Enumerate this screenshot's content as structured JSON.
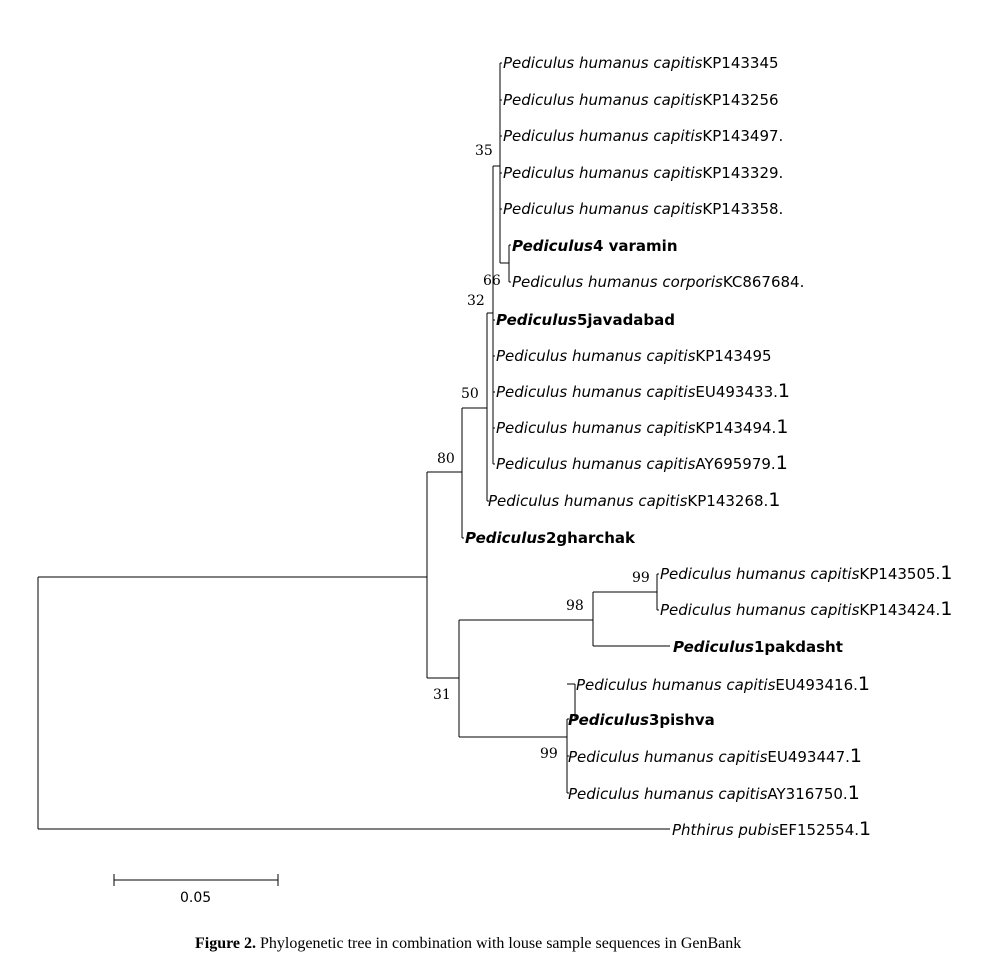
{
  "tree": {
    "leaves": {
      "kp143345": {
        "species": "Pediculus humanus capitis",
        "accession": "KP143345",
        "suffix": ""
      },
      "kp143256": {
        "species": "Pediculus humanus capitis",
        "accession": "KP143256",
        "suffix": ""
      },
      "kp143497": {
        "species": "Pediculus humanus capitis",
        "accession": "KP143497.",
        "suffix": ""
      },
      "kp143329": {
        "species": "Pediculus humanus capitis",
        "accession": "KP143329.",
        "suffix": ""
      },
      "kp143358": {
        "species": "Pediculus humanus capitis",
        "accession": "KP143358.",
        "suffix": ""
      },
      "varamin": {
        "species": "Pediculus",
        "accession": "4 varamin",
        "suffix": ""
      },
      "kc867684": {
        "species": "Pediculus humanus corporis",
        "accession": "KC867684.",
        "suffix": ""
      },
      "javadabad": {
        "species": "Pediculus",
        "accession": "5javadabad",
        "suffix": ""
      },
      "kp143495": {
        "species": "Pediculus humanus capitis",
        "accession": "KP143495",
        "suffix": ""
      },
      "eu493433": {
        "species": "Pediculus humanus capitis",
        "accession": "EU493433.",
        "suffix": "1"
      },
      "kp143494": {
        "species": "Pediculus humanus capitis",
        "accession": "KP143494.",
        "suffix": "1"
      },
      "ay695979": {
        "species": "Pediculus humanus capitis",
        "accession": "AY695979.",
        "suffix": "1"
      },
      "kp143268": {
        "species": "Pediculus humanus capitis",
        "accession": "KP143268.",
        "suffix": "1"
      },
      "gharchak": {
        "species": "Pediculus",
        "accession": "2gharchak",
        "suffix": ""
      },
      "kp143505": {
        "species": "Pediculus humanus capitis",
        "accession": "KP143505.",
        "suffix": "1"
      },
      "kp143424": {
        "species": "Pediculus humanus capitis",
        "accession": "KP143424.",
        "suffix": "1"
      },
      "pakdasht": {
        "species": "Pediculus",
        "accession": "1pakdasht",
        "suffix": ""
      },
      "eu493416": {
        "species": "Pediculus humanus capitis",
        "accession": "EU493416.",
        "suffix": "1"
      },
      "pishva": {
        "species": "Pediculus",
        "accession": "3pishva",
        "suffix": ""
      },
      "eu493447": {
        "species": "Pediculus humanus capitis",
        "accession": "EU493447.",
        "suffix": "1"
      },
      "ay316750": {
        "species": "Pediculus humanus capitis",
        "accession": "AY316750.",
        "suffix": "1"
      },
      "ef152554": {
        "species": "Phthirus pubis",
        "accession": "EF152554.",
        "suffix": "1"
      }
    },
    "bootstrap": {
      "b35": "35",
      "b66": "66",
      "b32": "32",
      "b50": "50",
      "b80": "80",
      "b99a": "99",
      "b98": "98",
      "b31": "31",
      "b99b": "99"
    },
    "scale_bar": {
      "label": "0.05"
    }
  },
  "caption": {
    "label": "Figure 2.",
    "text": " Phylogenetic tree in combination with louse sample sequences in GenBank"
  }
}
